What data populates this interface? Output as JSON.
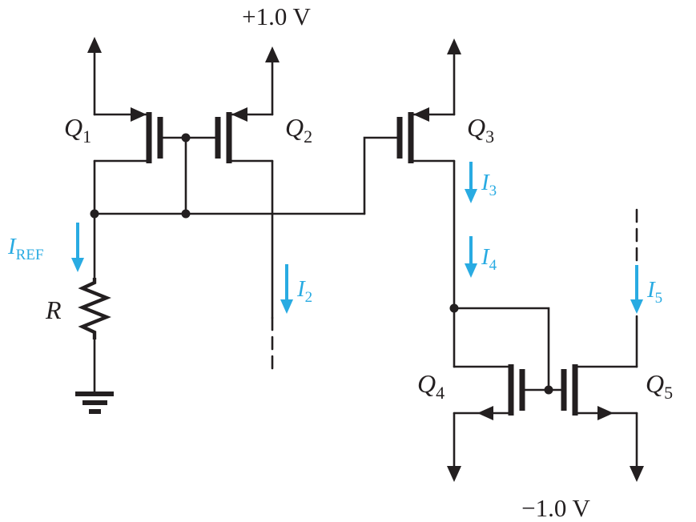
{
  "colors": {
    "wire": "#231F20",
    "current": "#29ABE2",
    "background": "#FFFFFF"
  },
  "supplies": {
    "vdd": "+1.0 V",
    "vss": "−1.0 V"
  },
  "transistors": {
    "q1": {
      "base": "Q",
      "sub": "1"
    },
    "q2": {
      "base": "Q",
      "sub": "2"
    },
    "q3": {
      "base": "Q",
      "sub": "3"
    },
    "q4": {
      "base": "Q",
      "sub": "4"
    },
    "q5": {
      "base": "Q",
      "sub": "5"
    }
  },
  "resistor": {
    "label": "R"
  },
  "currents": {
    "iref": {
      "base": "I",
      "sub": "REF"
    },
    "i2": {
      "base": "I",
      "sub": "2"
    },
    "i3": {
      "base": "I",
      "sub": "3"
    },
    "i4": {
      "base": "I",
      "sub": "4"
    },
    "i5": {
      "base": "I",
      "sub": "5"
    }
  }
}
